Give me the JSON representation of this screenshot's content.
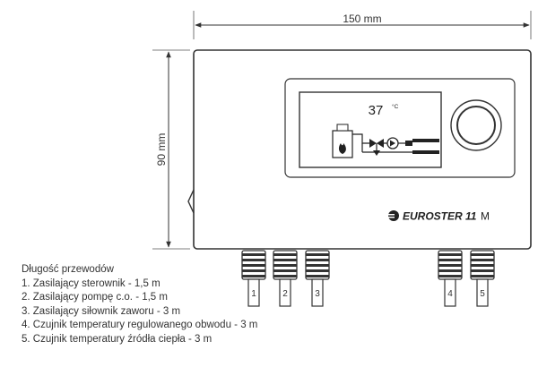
{
  "dimensions": {
    "width_label": "150 mm",
    "height_label": "90 mm"
  },
  "display": {
    "temperature": "37",
    "unit": "°C"
  },
  "brand": {
    "name": "EUROSTER 11",
    "suffix": "M"
  },
  "connectors": [
    "1",
    "2",
    "3",
    "4",
    "5"
  ],
  "legend": {
    "title": "Długość przewodów",
    "items": [
      "1. Zasilający sterownik - 1,5 m",
      "2. Zasilający pompę c.o. - 1,5 m",
      "3. Zasilający siłownik zaworu - 3 m",
      "4. Czujnik temperatury regulowanego obwodu - 3 m",
      "5. Czujnik temperatury źródła ciepła - 3 m"
    ]
  }
}
